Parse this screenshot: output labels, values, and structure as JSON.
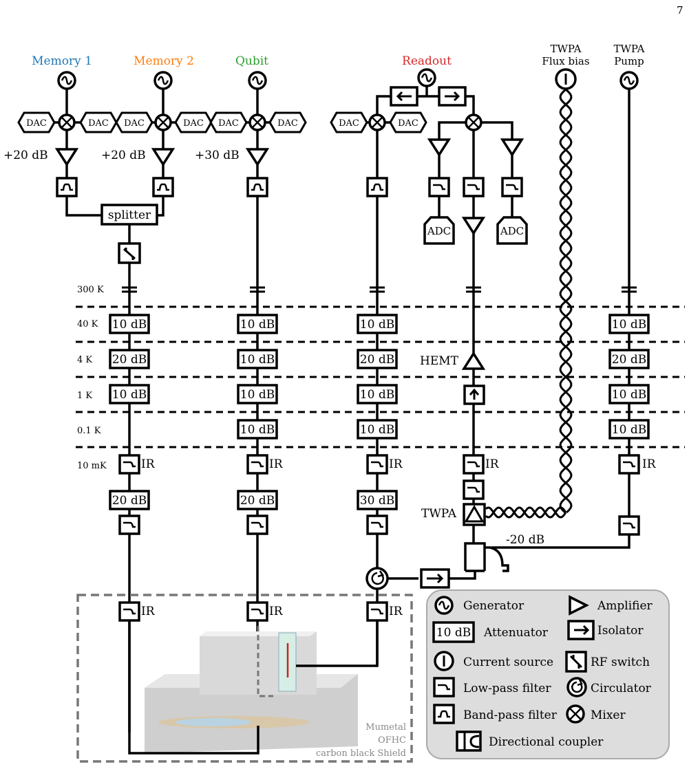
{
  "page_number": "7",
  "channels": {
    "memory1": {
      "label": "Memory 1",
      "color": "#1f77b4"
    },
    "memory2": {
      "label": "Memory 2",
      "color": "#ff7f0e"
    },
    "qubit": {
      "label": "Qubit",
      "color": "#2ca02c"
    },
    "readout": {
      "label": "Readout",
      "color": "#d62728"
    },
    "twpa_flux": {
      "label1": "TWPA",
      "label2": "Flux bias"
    },
    "twpa_pump": {
      "label1": "TWPA",
      "label2": "Pump"
    }
  },
  "dac": "DAC",
  "adc": "ADC",
  "gains": {
    "mem1": "+20 dB",
    "mem2": "+20 dB",
    "qubit": "+30 dB"
  },
  "splitter": "splitter",
  "stages": [
    "300 K",
    "40 K",
    "4 K",
    "1 K",
    "0.1 K",
    "10 mK"
  ],
  "att": {
    "a10": "10 dB",
    "a20": "20 dB",
    "a30": "30 dB",
    "m20": "-20 dB"
  },
  "ir": "IR",
  "hemt": "HEMT",
  "twpa": "TWPA",
  "shield": [
    "Mumetal",
    "OFHC",
    "carbon black Shield"
  ],
  "legend": {
    "generator": "Generator",
    "amplifier": "Amplifier",
    "attenuator": "Attenuator",
    "att_box": "10 dB",
    "isolator": "Isolator",
    "current_source": "Current source",
    "rf_switch": "RF switch",
    "low_pass": "Low-pass filter",
    "circulator": "Circulator",
    "band_pass": "Band-pass filter",
    "mixer": "Mixer",
    "directional_coupler": "Directional coupler"
  }
}
